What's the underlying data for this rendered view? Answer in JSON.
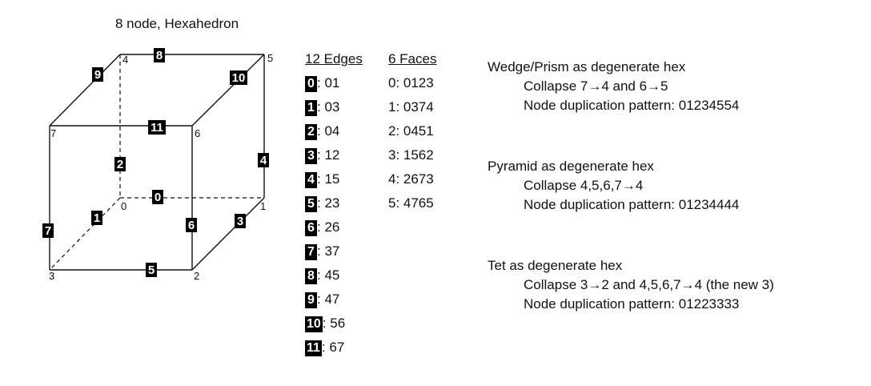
{
  "diagram": {
    "title": "8 node, Hexahedron",
    "nodes": [
      "0",
      "1",
      "2",
      "3",
      "4",
      "5",
      "6",
      "7"
    ],
    "edge_labels": [
      "0",
      "1",
      "2",
      "3",
      "4",
      "5",
      "6",
      "7",
      "8",
      "9",
      "10",
      "11"
    ]
  },
  "edges": {
    "header": "12 Edges",
    "items": [
      {
        "id": "0",
        "nodes": ": 01"
      },
      {
        "id": "1",
        "nodes": ": 03"
      },
      {
        "id": "2",
        "nodes": ": 04"
      },
      {
        "id": "3",
        "nodes": ": 12"
      },
      {
        "id": "4",
        "nodes": ": 15"
      },
      {
        "id": "5",
        "nodes": ": 23"
      },
      {
        "id": "6",
        "nodes": ": 26"
      },
      {
        "id": "7",
        "nodes": ": 37"
      },
      {
        "id": "8",
        "nodes": ": 45"
      },
      {
        "id": "9",
        "nodes": ": 47"
      },
      {
        "id": "10",
        "nodes": ": 56"
      },
      {
        "id": "11",
        "nodes": ": 67"
      }
    ]
  },
  "faces": {
    "header": "6 Faces",
    "items": [
      "0: 0123",
      "1: 0374",
      "2: 0451",
      "3: 1562",
      "4: 2673",
      "5: 4765"
    ]
  },
  "notes": [
    {
      "title": "Wedge/Prism as degenerate hex",
      "collapse": "Collapse 7→4 and 6→5",
      "pattern": "Node duplication pattern: 01234554"
    },
    {
      "title": "Pyramid as degenerate hex",
      "collapse": "Collapse 4,5,6,7→4",
      "pattern": "Node duplication pattern: 01234444"
    },
    {
      "title": "Tet as degenerate hex",
      "collapse": "Collapse 3→2 and 4,5,6,7→4 (the new 3)",
      "pattern": "Node duplication pattern: 01223333"
    }
  ]
}
